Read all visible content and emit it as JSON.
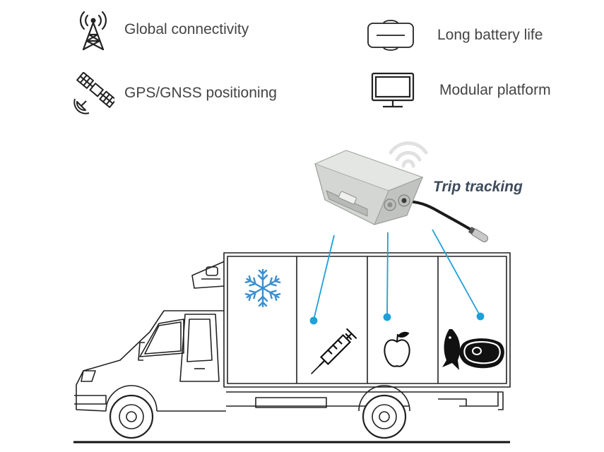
{
  "features": [
    {
      "label": "Global connectivity",
      "icon": "cell-tower-icon"
    },
    {
      "label": "GPS/GNSS positioning",
      "icon": "satellite-icon"
    },
    {
      "label": "Long battery life",
      "icon": "battery-device-icon"
    },
    {
      "label": "Modular platform",
      "icon": "monitor-icon"
    }
  ],
  "trip_label": "Trip tracking",
  "colors": {
    "connector": "#1ea0d8",
    "snowflake": "#3a8fd0",
    "text": "#444444",
    "trip_text": "#3e4b5c",
    "device": "#d4d6d3"
  },
  "cargo_icons": [
    "snowflake-icon",
    "syringe-icon",
    "apple-icon",
    "fish-icon",
    "steak-icon"
  ]
}
